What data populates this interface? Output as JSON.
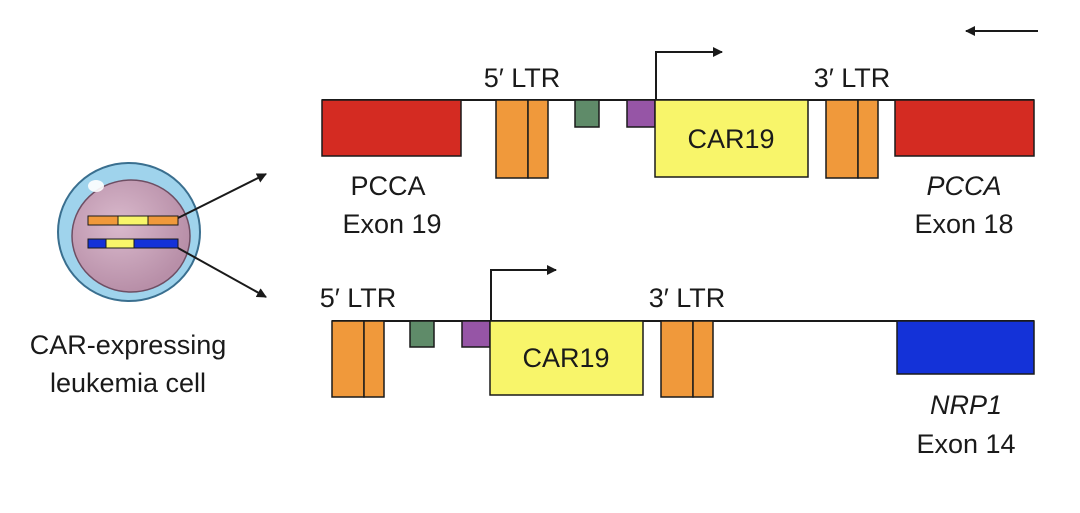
{
  "colors": {
    "pcca_exon": "#d42b22",
    "nrp1_exon": "#1432d8",
    "ltr": "#f0993b",
    "car19": "#f8f56a",
    "green_element": "#5f8b69",
    "purple_element": "#9655a6",
    "cell_outer": "#9fd3ec",
    "cell_inner": "#c8a2b8",
    "line": "#1a1a1a"
  },
  "icons": {
    "direction_arrow": "left-arrow-icon",
    "promoter": "bent-arrow-icon",
    "cell": "cell-icon"
  },
  "cell": {
    "label_line1": "CAR-expressing",
    "label_line2": "leukemia cell"
  },
  "top_construct": {
    "ltr5_label": "5′ LTR",
    "ltr3_label": "3′ LTR",
    "car_label": "CAR19",
    "left_gene": "PCCA",
    "left_exon": "Exon 19",
    "right_gene": "PCCA",
    "right_exon": "Exon 18"
  },
  "bottom_construct": {
    "ltr5_label": "5′ LTR",
    "ltr3_label": "3′ LTR",
    "car_label": "CAR19",
    "right_gene": "NRP1",
    "right_exon": "Exon 14"
  }
}
